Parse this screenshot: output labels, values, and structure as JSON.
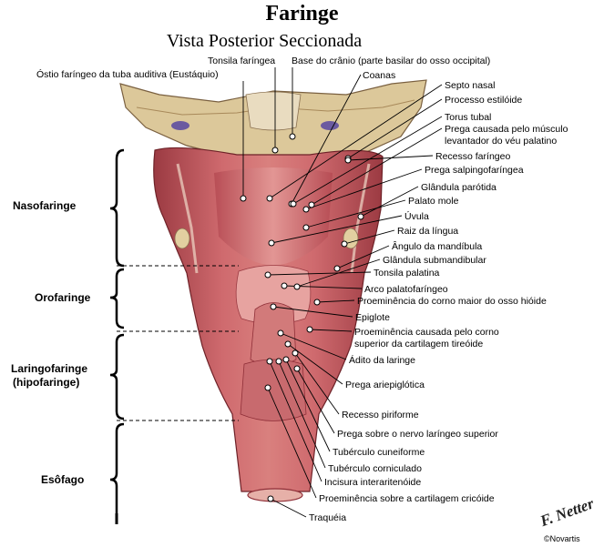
{
  "title": "Faringe",
  "subtitle": "Vista Posterior Seccionada",
  "regions": [
    {
      "id": "naso",
      "lines": [
        "Nasofaringe"
      ]
    },
    {
      "id": "oro",
      "lines": [
        "Orofaringe"
      ]
    },
    {
      "id": "laringo",
      "lines": [
        "Laringofaringe",
        "(hipofaringe)"
      ]
    },
    {
      "id": "eso",
      "lines": [
        "Esôfago"
      ]
    }
  ],
  "labels_top": [
    {
      "id": "ostio",
      "text": "Óstio faríngeo da tuba auditiva (Eustáquio)"
    },
    {
      "id": "tonsila-faringea",
      "text": "Tonsila faríngea"
    },
    {
      "id": "base-cranio",
      "text": "Base do crânio (parte basilar do osso occipital)"
    },
    {
      "id": "coanas",
      "text": "Coanas"
    }
  ],
  "labels_right": [
    {
      "id": "septo",
      "text": "Septo nasal"
    },
    {
      "id": "estiloide",
      "text": "Processo estilóide"
    },
    {
      "id": "torus",
      "text": "Torus tubal"
    },
    {
      "id": "prega-levantador",
      "text": "Prega causada pelo músculo\nlevantador do véu palatino"
    },
    {
      "id": "recesso-faringeo",
      "text": "Recesso faríngeo"
    },
    {
      "id": "salpingo",
      "text": "Prega salpingofaríngea"
    },
    {
      "id": "parotida",
      "text": "Glândula parótida"
    },
    {
      "id": "palato",
      "text": "Palato mole"
    },
    {
      "id": "uvula",
      "text": "Úvula"
    },
    {
      "id": "raiz",
      "text": "Raiz da língua"
    },
    {
      "id": "angulo",
      "text": "Ângulo da mandíbula"
    },
    {
      "id": "submandibular",
      "text": "Glândula submandibular"
    },
    {
      "id": "tonsila-palatina",
      "text": "Tonsila palatina"
    },
    {
      "id": "arco",
      "text": "Arco palatofaríngeo"
    },
    {
      "id": "hioide",
      "text": "Proeminência do corno maior do osso hióide"
    },
    {
      "id": "epiglote",
      "text": "Epiglote"
    },
    {
      "id": "tireoide",
      "text": "Proeminência causada pelo corno\nsuperior da cartilagem tireóide"
    },
    {
      "id": "adito",
      "text": "Ádito da laringe"
    },
    {
      "id": "ariepiglotica",
      "text": "Prega ariepiglótica"
    },
    {
      "id": "piriforme",
      "text": "Recesso piriforme"
    },
    {
      "id": "laringeo-sup",
      "text": "Prega sobre o nervo laríngeo superior"
    },
    {
      "id": "cuneiforme",
      "text": "Tubérculo cuneiforme"
    },
    {
      "id": "corniculado",
      "text": "Tubérculo corniculado"
    },
    {
      "id": "interaritenoide",
      "text": "Incisura interaritenóide"
    },
    {
      "id": "cricoide",
      "text": "Proeminência sobre a cartilagem cricóide"
    },
    {
      "id": "traqueia",
      "text": "Traquéia"
    }
  ],
  "signature": "F. Netter",
  "copyright": "©Novartis",
  "colors": {
    "muscle": "#c4545c",
    "muscle_dark": "#8f2f38",
    "mucosa": "#d98a8a",
    "bone": "#dcc89a",
    "leader": "#000000"
  }
}
